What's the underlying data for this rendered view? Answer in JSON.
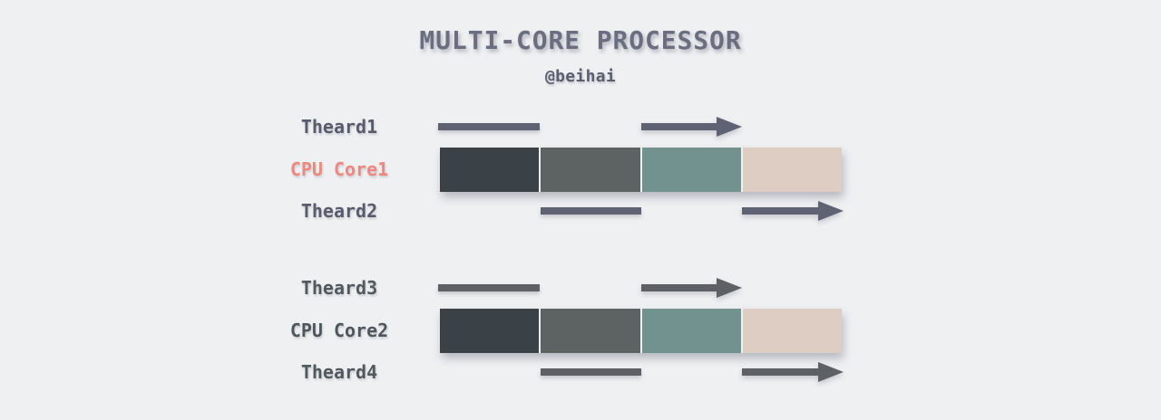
{
  "title": "MULTI-CORE PROCESSOR",
  "subtitle": "@beihai",
  "palette": {
    "background": "#eff0f2",
    "title_text": "#6a6e7e",
    "subtitle_text": "#5a5e6d",
    "group1_thread_text": "#575b6b",
    "group1_thread_shape": "#5f6272",
    "group2_thread_text": "#50595e",
    "group2_thread_shape": "#5d6166",
    "core1_label": "#f0877f",
    "core2_label": "#4d575c"
  },
  "groups": [
    {
      "top_thread": "Theard1",
      "core": "CPU Core1",
      "bottom_thread": "Theard2",
      "segments": [
        "#3b4247",
        "#5d6362",
        "#71928f",
        "#ddcdc2"
      ]
    },
    {
      "top_thread": "Theard3",
      "core": "CPU Core2",
      "bottom_thread": "Theard4",
      "segments": [
        "#3b4247",
        "#5d6362",
        "#71928f",
        "#ddcdc2"
      ]
    }
  ]
}
